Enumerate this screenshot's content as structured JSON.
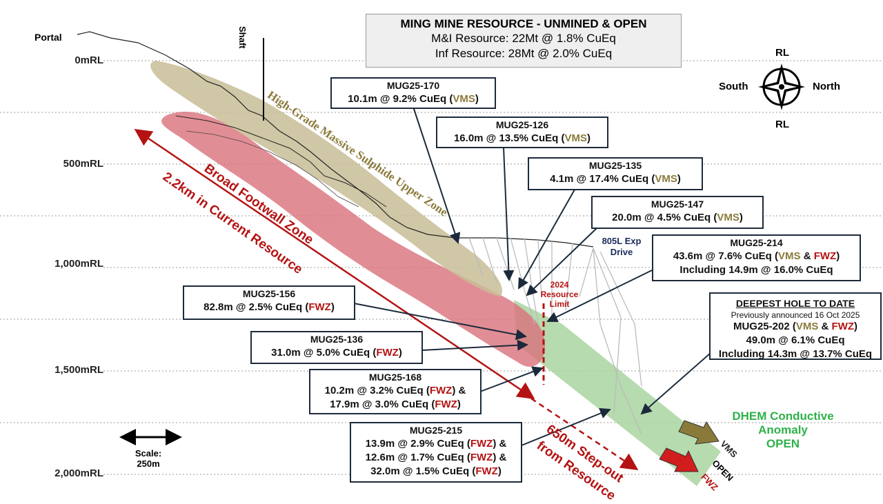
{
  "title_box": {
    "title": "MING MINE RESOURCE - UNMINED & OPEN",
    "line1": "M&I Resource: 22Mt @ 1.8% CuEq",
    "line2": "Inf Resource: 28Mt @ 2.0% CuEq"
  },
  "levels": [
    "0mRL",
    "500mRL",
    "1,000mRL",
    "1,500mRL",
    "2,000mRL"
  ],
  "portal_label": "Portal",
  "shaft_label": "Shaft",
  "compass": {
    "top": "RL",
    "bottom": "RL",
    "left": "South",
    "right": "North"
  },
  "scale": {
    "label": "Scale:",
    "value": "250m"
  },
  "upper_zone_label": "High-Grade Massive Sulphide Upper Zone",
  "footwall_label": "Broad Footwall Zone",
  "current_resource_label": "2.2km in Current Resource",
  "stepout_label1": "650m Step-out",
  "stepout_label2": "from Resource",
  "exp_drive": {
    "line1": "805L Exp",
    "line2": "Drive"
  },
  "resource_limit": {
    "line1": "2024",
    "line2": "Resource",
    "line3": "Limit"
  },
  "dhem": {
    "line1": "DHEM Conductive",
    "line2": "Anomaly",
    "line3": "OPEN"
  },
  "arrow_labels": {
    "vms": "VMS",
    "open": "OPEN",
    "fwz": "FWZ"
  },
  "tags": {
    "vms": "VMS",
    "fwz": "FWZ",
    "amp": "&"
  },
  "holes": {
    "h170": {
      "id": "MUG25-170",
      "a": "10.1m @ 9.2% CuEq (",
      "b": ")"
    },
    "h126": {
      "id": "MUG25-126",
      "a": "16.0m @ 13.5% CuEq (",
      "b": ")"
    },
    "h135": {
      "id": "MUG25-135",
      "a": "4.1m @ 17.4% CuEq (",
      "b": ")"
    },
    "h147": {
      "id": "MUG25-147",
      "a": "20.0m @ 4.5% CuEq (",
      "b": ")"
    },
    "h214": {
      "id": "MUG25-214",
      "a": "43.6m @ 7.6% CuEq (",
      "b": ")",
      "c": "Including 14.9m @ 16.0% CuEq"
    },
    "h156": {
      "id": "MUG25-156",
      "a": "82.8m @ 2.5% CuEq (",
      "b": ")"
    },
    "h136": {
      "id": "MUG25-136",
      "a": "31.0m @ 5.0% CuEq (",
      "b": ")"
    },
    "h168": {
      "id": "MUG25-168",
      "a": "10.2m @ 3.2% CuEq (",
      "b": ") &",
      "c": "17.9m @ 3.0% CuEq (",
      "d": ")"
    },
    "h215": {
      "id": "MUG25-215",
      "a": "13.9m @ 2.9% CuEq (",
      "b": ") &",
      "c": "12.6m @ 1.7% CuEq (",
      "d": ") &",
      "e": "32.0m @ 1.5% CuEq (",
      "f": ")"
    },
    "h202": {
      "head": "DEEPEST HOLE TO DATE",
      "note": "Previously announced 16 Oct 2025",
      "id": "MUG25-202 (",
      "b": ")",
      "c": "49.0m @ 6.1% CuEq",
      "d": "Including 14.3m @ 13.7% CuEq"
    }
  },
  "colors": {
    "vms": "#8a7a3a",
    "fwz": "#b51212",
    "footwall_zone": "#d9707a",
    "upper_zone": "#c8bd96",
    "dhem_zone": "#a9d5a0",
    "box_border": "#1b2a3a",
    "dhem_text": "#2db24a",
    "resource_arrow": "#b51212"
  }
}
